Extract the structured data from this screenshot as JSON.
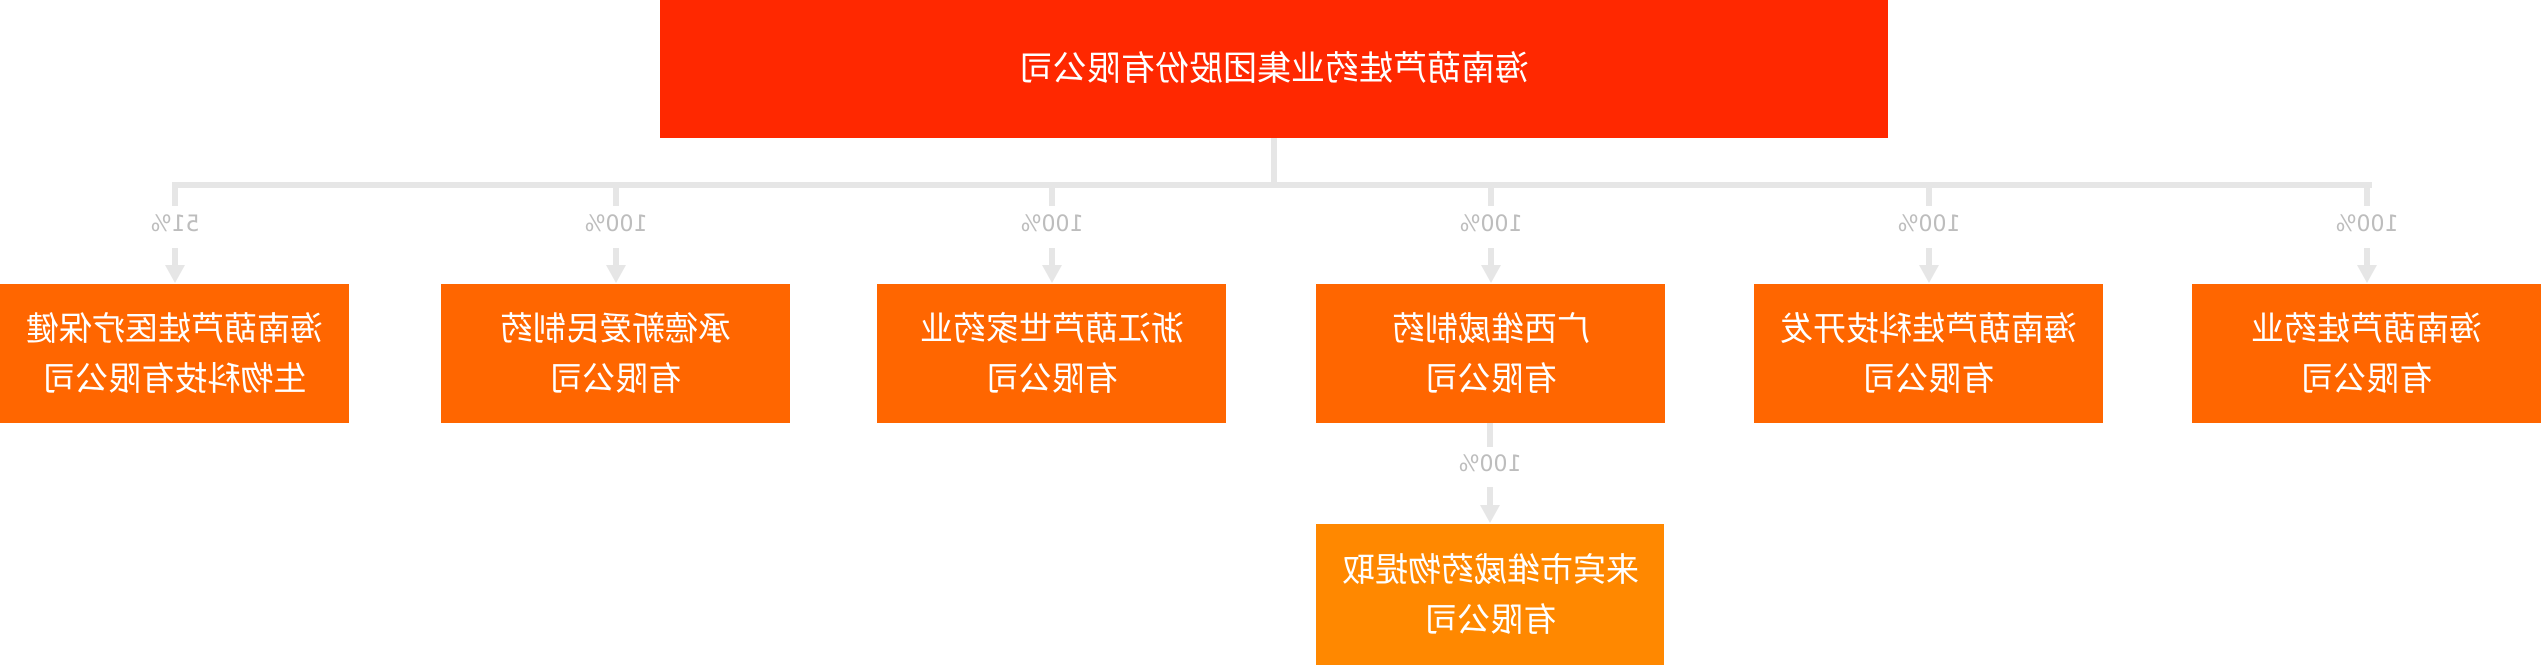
{
  "root": {
    "name": "海南葫芦娃药业集团股份有限公司"
  },
  "children": [
    {
      "line1": "海南葫芦娃医疗保健",
      "line2": "生物科技有限公司",
      "share": "51%"
    },
    {
      "line1": "承德新爱民制药",
      "line2": "有限公司",
      "share": "100%"
    },
    {
      "line1": "浙江葫芦世家药业",
      "line2": "有限公司",
      "share": "100%"
    },
    {
      "line1": "广西维威制药",
      "line2": "有限公司",
      "share": "100%"
    },
    {
      "line1": "海南葫芦娃科技开发",
      "line2": "有限公司",
      "share": "100%"
    },
    {
      "line1": "海南葫芦娃药业",
      "line2": "有限公司",
      "share": "100%"
    }
  ],
  "grandchild": {
    "line1": "来宾市维威药物提取",
    "line2": "有限公司",
    "share": "100%"
  },
  "colors": {
    "root": "#ff2800",
    "child": "#ff6600",
    "grandchild": "#ff8800",
    "connector": "#e6e6e6"
  }
}
